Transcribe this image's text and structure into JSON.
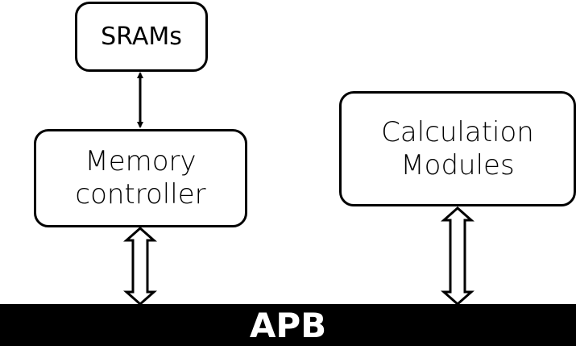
{
  "diagram": {
    "nodes": {
      "sram": {
        "label": "SRAMs"
      },
      "memory_controller": {
        "lines": [
          "Memory",
          "controller"
        ]
      },
      "calculation_modules": {
        "lines": [
          "Calculation",
          "Modules"
        ]
      }
    },
    "bus": {
      "label": "APB"
    },
    "edges": [
      {
        "from": "SRAMs",
        "to": "Memory controller",
        "style": "thin-bidirectional"
      },
      {
        "from": "Memory controller",
        "to": "APB",
        "style": "hollow-bidirectional"
      },
      {
        "from": "Calculation Modules",
        "to": "APB",
        "style": "hollow-bidirectional"
      }
    ]
  }
}
